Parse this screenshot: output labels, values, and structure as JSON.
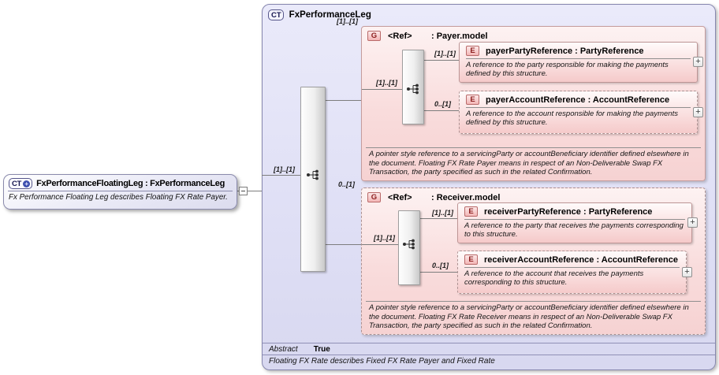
{
  "icons": {
    "expand": "+",
    "plus_badge": "+"
  },
  "colors": {
    "panel_fill": "#e2e2f7",
    "group_fill": "#f8dcdc",
    "panel_border": "#8787af",
    "element_border": "#bd9595"
  },
  "root": {
    "badge": "CT",
    "title": "FxPerformanceFloatingLeg : FxPerformanceLeg",
    "description": "Fx Performance Floating Leg describes Floating FX Rate Payer."
  },
  "panel": {
    "badge": "CT",
    "title": "FxPerformanceLeg",
    "abstract_label": "Abstract",
    "abstract_value": "True",
    "footer_note": "Floating FX Rate describes Fixed FX Rate Payer and Fixed Rate"
  },
  "payer_group": {
    "badge": "G",
    "ref_label": "<Ref>",
    "type_label": ": Payer.model",
    "annotation": "A pointer style reference to a servicingParty or accountBeneficiary identifier defined elsewhere in the document. Floating FX Rate Payer means in respect of an Non-Deliverable Swap FX Transaction, the party specified as such in the related Confirmation.",
    "party": {
      "badge": "E",
      "title": "payerPartyReference : PartyReference",
      "description": "A reference to the party responsible for making the payments defined by this structure."
    },
    "account": {
      "badge": "E",
      "title": "payerAccountReference : AccountReference",
      "description": "A reference to the account responsible for making the payments defined by this structure."
    }
  },
  "receiver_group": {
    "badge": "G",
    "ref_label": "<Ref>",
    "type_label": ": Receiver.model",
    "annotation": "A pointer style reference to a servicingParty or accountBeneficiary identifier defined elsewhere in the document. Floating FX Rate Receiver means in respect of an Non-Deliverable Swap FX Transaction, the party specified as such in the related Confirmation.",
    "party": {
      "badge": "E",
      "title": "receiverPartyReference : PartyReference",
      "description": "A reference to the party that receives the payments corresponding to this structure."
    },
    "account": {
      "badge": "E",
      "title": "receiverAccountReference : AccountReference",
      "description": "A reference to the account that receives the payments corresponding to this structure."
    }
  },
  "cardinalities": {
    "root_to_sequence": "[1]..[1]",
    "sequence_to_payer": "[1]..[1]",
    "sequence_to_receiver": "0..[1]",
    "payer_sequence_in": "[1]..[1]",
    "payer_party": "[1]..[1]",
    "payer_account": "0..[1]",
    "receiver_sequence_in": "[1]..[1]",
    "receiver_party": "[1]..[1]",
    "receiver_account": "0..[1]"
  }
}
